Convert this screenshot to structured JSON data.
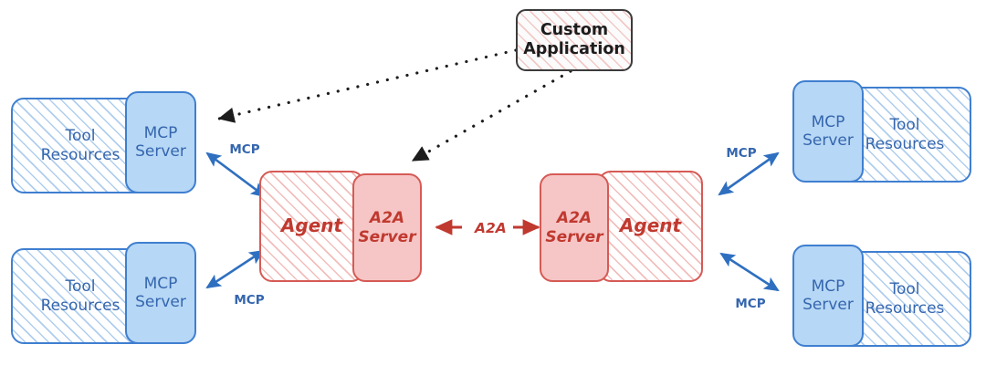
{
  "diagram": {
    "title": "A2A and MCP architecture diagram",
    "colors": {
      "mcp_blue_fill": "#b6d7f5",
      "mcp_blue_stroke": "#3f7fd0",
      "mcp_blue_text": "#3566ae",
      "a2a_pink_fill": "#f6c6c6",
      "a2a_red_stroke": "#d65a55",
      "a2a_red_text": "#c0392f",
      "custom_app_stroke": "#3b3b3b",
      "custom_app_text": "#1d1d1d"
    },
    "nodes": {
      "custom_application": {
        "label": "Custom\nApplication"
      },
      "left_top_tool_resources": {
        "label": "Tool\nResources"
      },
      "left_top_mcp_server": {
        "label": "MCP\nServer"
      },
      "left_bottom_tool_resources": {
        "label": "Tool\nResources"
      },
      "left_bottom_mcp_server": {
        "label": "MCP\nServer"
      },
      "left_agent": {
        "label": "Agent"
      },
      "left_a2a_server": {
        "label": "A2A\nServer"
      },
      "right_a2a_server": {
        "label": "A2A\nServer"
      },
      "right_agent": {
        "label": "Agent"
      },
      "right_top_mcp_server": {
        "label": "MCP\nServer"
      },
      "right_top_tool_resources": {
        "label": "Tool\nResources"
      },
      "right_bottom_mcp_server": {
        "label": "MCP\nServer"
      },
      "right_bottom_tool_resources": {
        "label": "Tool\nResources"
      }
    },
    "edges": {
      "left_top_mcp": {
        "label": "MCP"
      },
      "left_bottom_mcp": {
        "label": "MCP"
      },
      "a2a_link": {
        "label": "A2A"
      },
      "right_top_mcp": {
        "label": "MCP"
      },
      "right_bottom_mcp": {
        "label": "MCP"
      },
      "app_to_mcp_server": {
        "label": ""
      },
      "app_to_a2a_server": {
        "label": ""
      }
    }
  }
}
